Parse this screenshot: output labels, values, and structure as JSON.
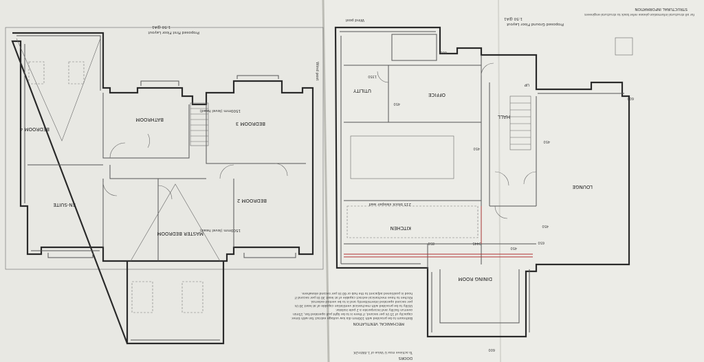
{
  "sheet": {
    "title_left": "Proposed First Floor Layout",
    "scale_left": "1:50 @A1",
    "title_right": "Proposed Ground Floor Layout",
    "scale_right": "1:50 @A1",
    "structural_heading": "STRUCTURAL INFORMATION",
    "structural_note": "for all structural information please refer back to structural engineers"
  },
  "first_floor": {
    "rooms": [
      {
        "id": "bedroom4",
        "label": "BEDROOM 4"
      },
      {
        "id": "bathroom",
        "label": "BATHROOM"
      },
      {
        "id": "bedroom3",
        "label": "BEDROOM 3"
      },
      {
        "id": "ensuite",
        "label": "EN-SUITE"
      },
      {
        "id": "bedroom2",
        "label": "BEDROOM 2"
      },
      {
        "id": "master",
        "label": "MASTER BEDROOM"
      }
    ],
    "notes": {
      "headroom_upper": "1500mm (level head)",
      "headroom_lower": "1500mm (level head)"
    }
  },
  "ground_floor": {
    "rooms": [
      {
        "id": "utility",
        "label": "UTILITY"
      },
      {
        "id": "office",
        "label": "OFFICE"
      },
      {
        "id": "hall",
        "label": "HALL"
      },
      {
        "id": "lounge",
        "label": "LOUNGE"
      },
      {
        "id": "kitchen",
        "label": "KITCHEN"
      },
      {
        "id": "dining",
        "label": "DINING ROOM"
      }
    ],
    "annotations": {
      "wind_post_top": "Wind post",
      "wind_post_left": "Wind post",
      "steel_wall": "215 block sleeper wall",
      "up": "UP"
    },
    "dimensions": [
      "450",
      "600",
      "650",
      "850",
      "3445",
      "1350",
      "450",
      "450",
      "450",
      "450",
      "600",
      "600"
    ]
  },
  "notes_block": {
    "heading": "MECHANICAL VENTILATION",
    "lines": [
      "Bathroom to be provided with 100mm dia low voltage extract fan with timer.",
      "capacity of 15 l/s per second, if there is to be light pull operated fan, 15min",
      "overrun facility and incorporate a 2 pole isolator.",
      "Utility to be provided with mechanical ventilation capable of at least 30 l/s",
      "per second operated intermittently and is to be vented external.",
      "Kitchen to have mechanical extract capable of at least 30 l/s per second if",
      "hood is positioned adjacent to the hob or 60 l/s per second elsewhere."
    ],
    "doors_heading": "DOORS",
    "doors_line": "To achieve max U Value of 1.4W/m2K"
  }
}
